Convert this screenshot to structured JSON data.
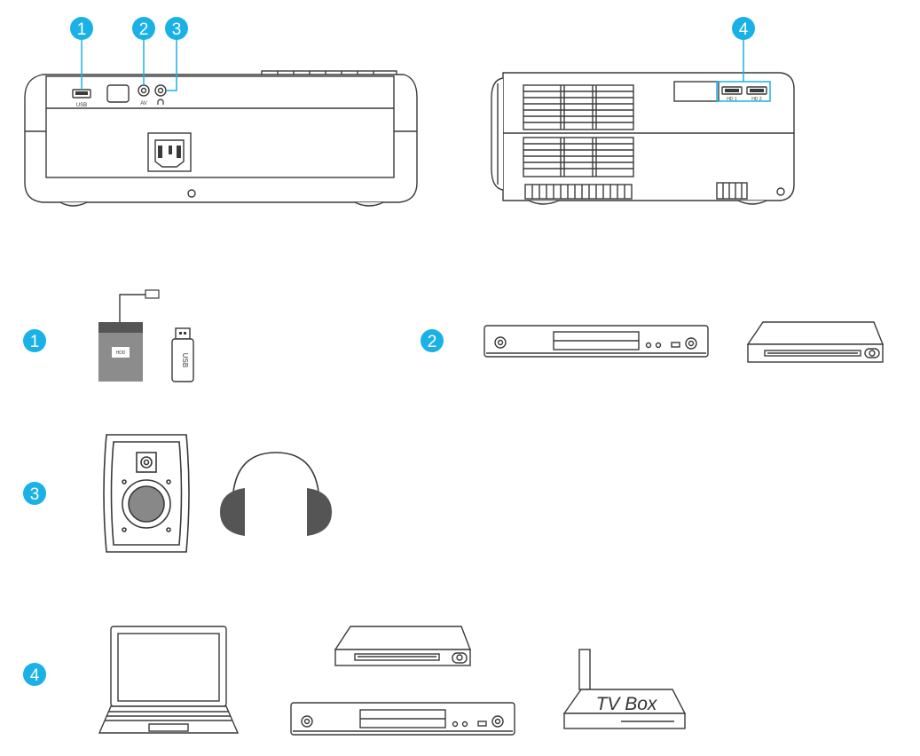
{
  "colors": {
    "accent": "#1ab2e6",
    "line": "#3a3a3a",
    "device_fill": "#ffffff",
    "hdd_fill": "#8c8c8c",
    "hdd_band": "#555555"
  },
  "callouts": {
    "usb": "1",
    "av": "2",
    "audio": "3",
    "hdmi": "4"
  },
  "rear_panel": {
    "usb_label": "USB",
    "av_label": "AV",
    "audio_icon": "headphone-icon"
  },
  "side_panel": {
    "hdmi1_label": "HD 1",
    "hdmi2_label": "HD 2"
  },
  "devices": {
    "hdd_label": "HDD",
    "usb_stick_label": "USB",
    "tv_box_label": "TV Box"
  }
}
